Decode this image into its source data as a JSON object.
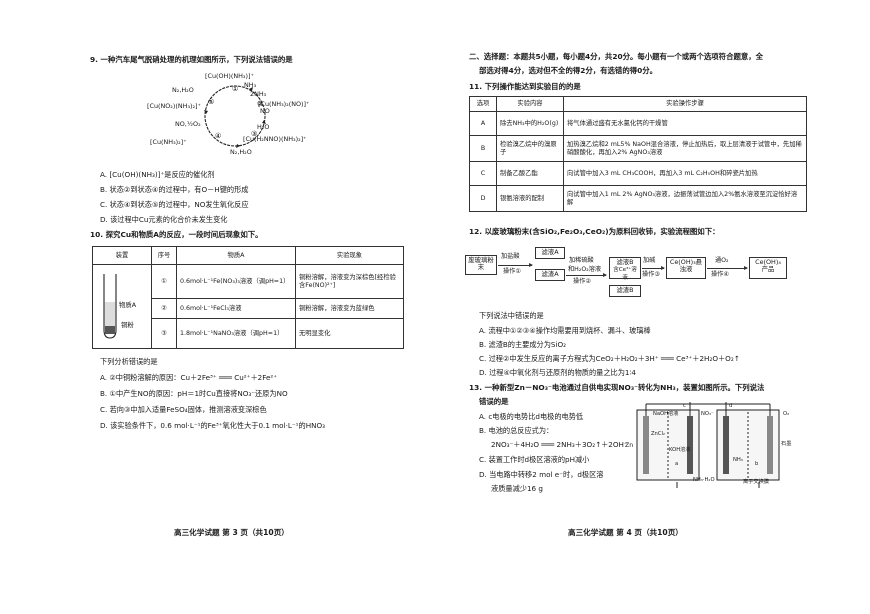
{
  "left": {
    "q9": {
      "stem": "9. 一种汽车尾气脱硝处理的机理如图所示，下列说法错误的是",
      "cycle": {
        "top": "[Cu(OH)(NH₃)]⁺",
        "in1": "NH₃",
        "in1b": "2NH₃",
        "n2h2o_top": "N₂,H₂O",
        "left_species": "[Cu(NO₂)(NH₃)₂]⁺",
        "no_label": "NO",
        "o2_label": "NO,½O₂",
        "right_species": "[Cu(NH₃)₂(NO)]⁺",
        "h2o_label": "H₂O",
        "bottom_left": "[Cu(NH₃)₂]⁺",
        "bottom_right": "[Cu(H₂NNO)(NH₃)₂]⁺",
        "n2h2o_bottom": "N₂,H₂O",
        "circles": [
          "①",
          "②",
          "③",
          "④",
          "⑤"
        ]
      },
      "options": [
        "A. [Cu(OH)(NH₃)]⁺是反应的催化剂",
        "B. 状态②到状态④的过程中，有O－H键的形成",
        "C. 状态④到状态⑤的过程中，NO发生氧化反应",
        "D. 该过程中Cu元素的化合价未发生变化"
      ]
    },
    "q10": {
      "stem": "10. 探究Cu和物质A的反应，一段时间后现象如下。",
      "headers": [
        "装置",
        "序号",
        "物质A",
        "实验现象"
      ],
      "apparatus_labels": [
        "物质A",
        "铜粉"
      ],
      "rows": [
        {
          "no": "①",
          "a": "0.6mol·L⁻¹Fe(NO₃)₃溶液（调pH=1）",
          "obs": "铜粉溶解，溶液变为深棕色[经检验含Fe(NO)²⁺]"
        },
        {
          "no": "②",
          "a": "0.6mol·L⁻¹FeCl₃溶液",
          "obs": "铜粉溶解，溶液变为蓝绿色"
        },
        {
          "no": "③",
          "a": "1.8mol·L⁻¹NaNO₃溶液（调pH=1）",
          "obs": "无明显变化"
        }
      ],
      "followup": "下列分析错误的是",
      "options": [
        "A. ②中铜粉溶解的原因：Cu＋2Fe³⁺ ═══ Cu²⁺＋2Fe²⁺",
        "B. ①中产生NO的原因：pH＝1时Cu直接将NO₃⁻还原为NO",
        "C. 若向③中加入适量FeSO₄固体，推测溶液变深棕色",
        "D. 该实验条件下，0.6 mol·L⁻¹的Fe³⁺氧化性大于0.1 mol·L⁻¹的HNO₃"
      ]
    },
    "footer": "高三化学试题  第 3 页（共10页）"
  },
  "right": {
    "section": "二、选择题：本题共5小题，每小题4分，共20分。每小题有一个或两个选项符合题意，全",
    "section2": "部选对得4分，选对但不全的得2分，有选错的得0分。",
    "q11": {
      "stem": "11. 下列操作能达到实验目的的是",
      "headers": [
        "选项",
        "实验内容",
        "实验操作步骤"
      ],
      "rows": [
        {
          "opt": "A",
          "content": "除去NH₃中的H₂O(g)",
          "steps": "将气体通过盛有无水氯化钙的干燥管"
        },
        {
          "opt": "B",
          "content": "检验溴乙烷中的溴原子",
          "steps": "加热溴乙烷和2 mL5% NaOH混合溶液，停止加热后，取上层清液于试管中，先加稀硝酸酸化，再加入2% AgNO₃溶液"
        },
        {
          "opt": "C",
          "content": "制备乙酸乙酯",
          "steps": "向试管中加入3 mL CH₃COOH，再加入3 mL C₂H₅OH和碎瓷片加热"
        },
        {
          "opt": "D",
          "content": "银氨溶液的配制",
          "steps": "向试管中加入1 mL 2% AgNO₃溶液，边振荡试管边加入2%氨水溶液至沉淀恰好溶解"
        }
      ]
    },
    "q12": {
      "stem": "12. 以废玻璃粉末(含SiO₂,Fe₂O₃,CeO₂)为原料回收铈，实验流程图如下：",
      "flow": {
        "start": "废玻璃粉末",
        "step1": "加盐酸",
        "op1": "操作①",
        "filtrateA": "滤液A",
        "residueA": "滤渣A",
        "step2a": "加稀硫酸",
        "step2b": "和H₂O₂溶液",
        "op2": "操作②",
        "filtrateB": "滤液B",
        "ce_solution": "含Ce³⁺溶液",
        "residueB": "滤渣B",
        "step3": "加碱",
        "op3": "操作③",
        "ceoh3": "Ce(OH)₃悬浊液",
        "step4": "通O₂",
        "op4": "操作④",
        "product": "Ce(OH)₄产品"
      },
      "followup": "下列说法中错误的是",
      "options": [
        "A. 流程中①②③④操作均需要用到烧杯、漏斗、玻璃棒",
        "B. 滤渣B的主要成分为SiO₂",
        "C. 过程②中发生反应的离子方程式为CeO₂＋H₂O₂＋3H⁺ ═══ Ce³⁺＋2H₂O＋O₂↑",
        "D. 过程④中氧化剂与还原剂的物质的量之比为1∶4"
      ]
    },
    "q13": {
      "stem": "13. 一种新型Zn－NO₃⁻电池通过自供电实现NO₃⁻转化为NH₃，装置如图所示。下列说法",
      "stem2": "错误的是",
      "options": [
        "A. c电极的电势比d电极的电势低",
        "B. 电池的总反应式为：",
        "2NO₃⁻＋4H₂O ═══ 2NH₃＋3O₂↑＋2OH⁻",
        "C. 装置工作时d极区溶液的pH减小",
        "D. 当电路中转移2 mol e⁻时，d极区溶",
        "液质量减少16 g"
      ],
      "diagram": {
        "labels": [
          "Zn",
          "NaOH溶液",
          "ZnCl₂",
          "KOH溶液",
          "NO₃⁻",
          "O₂",
          "石墨",
          "离子交换膜",
          "NH₃·H₂O",
          "NH₃",
          "c",
          "d",
          "a",
          "b"
        ]
      }
    },
    "footer": "高三化学试题  第 4 页（共10页）"
  }
}
